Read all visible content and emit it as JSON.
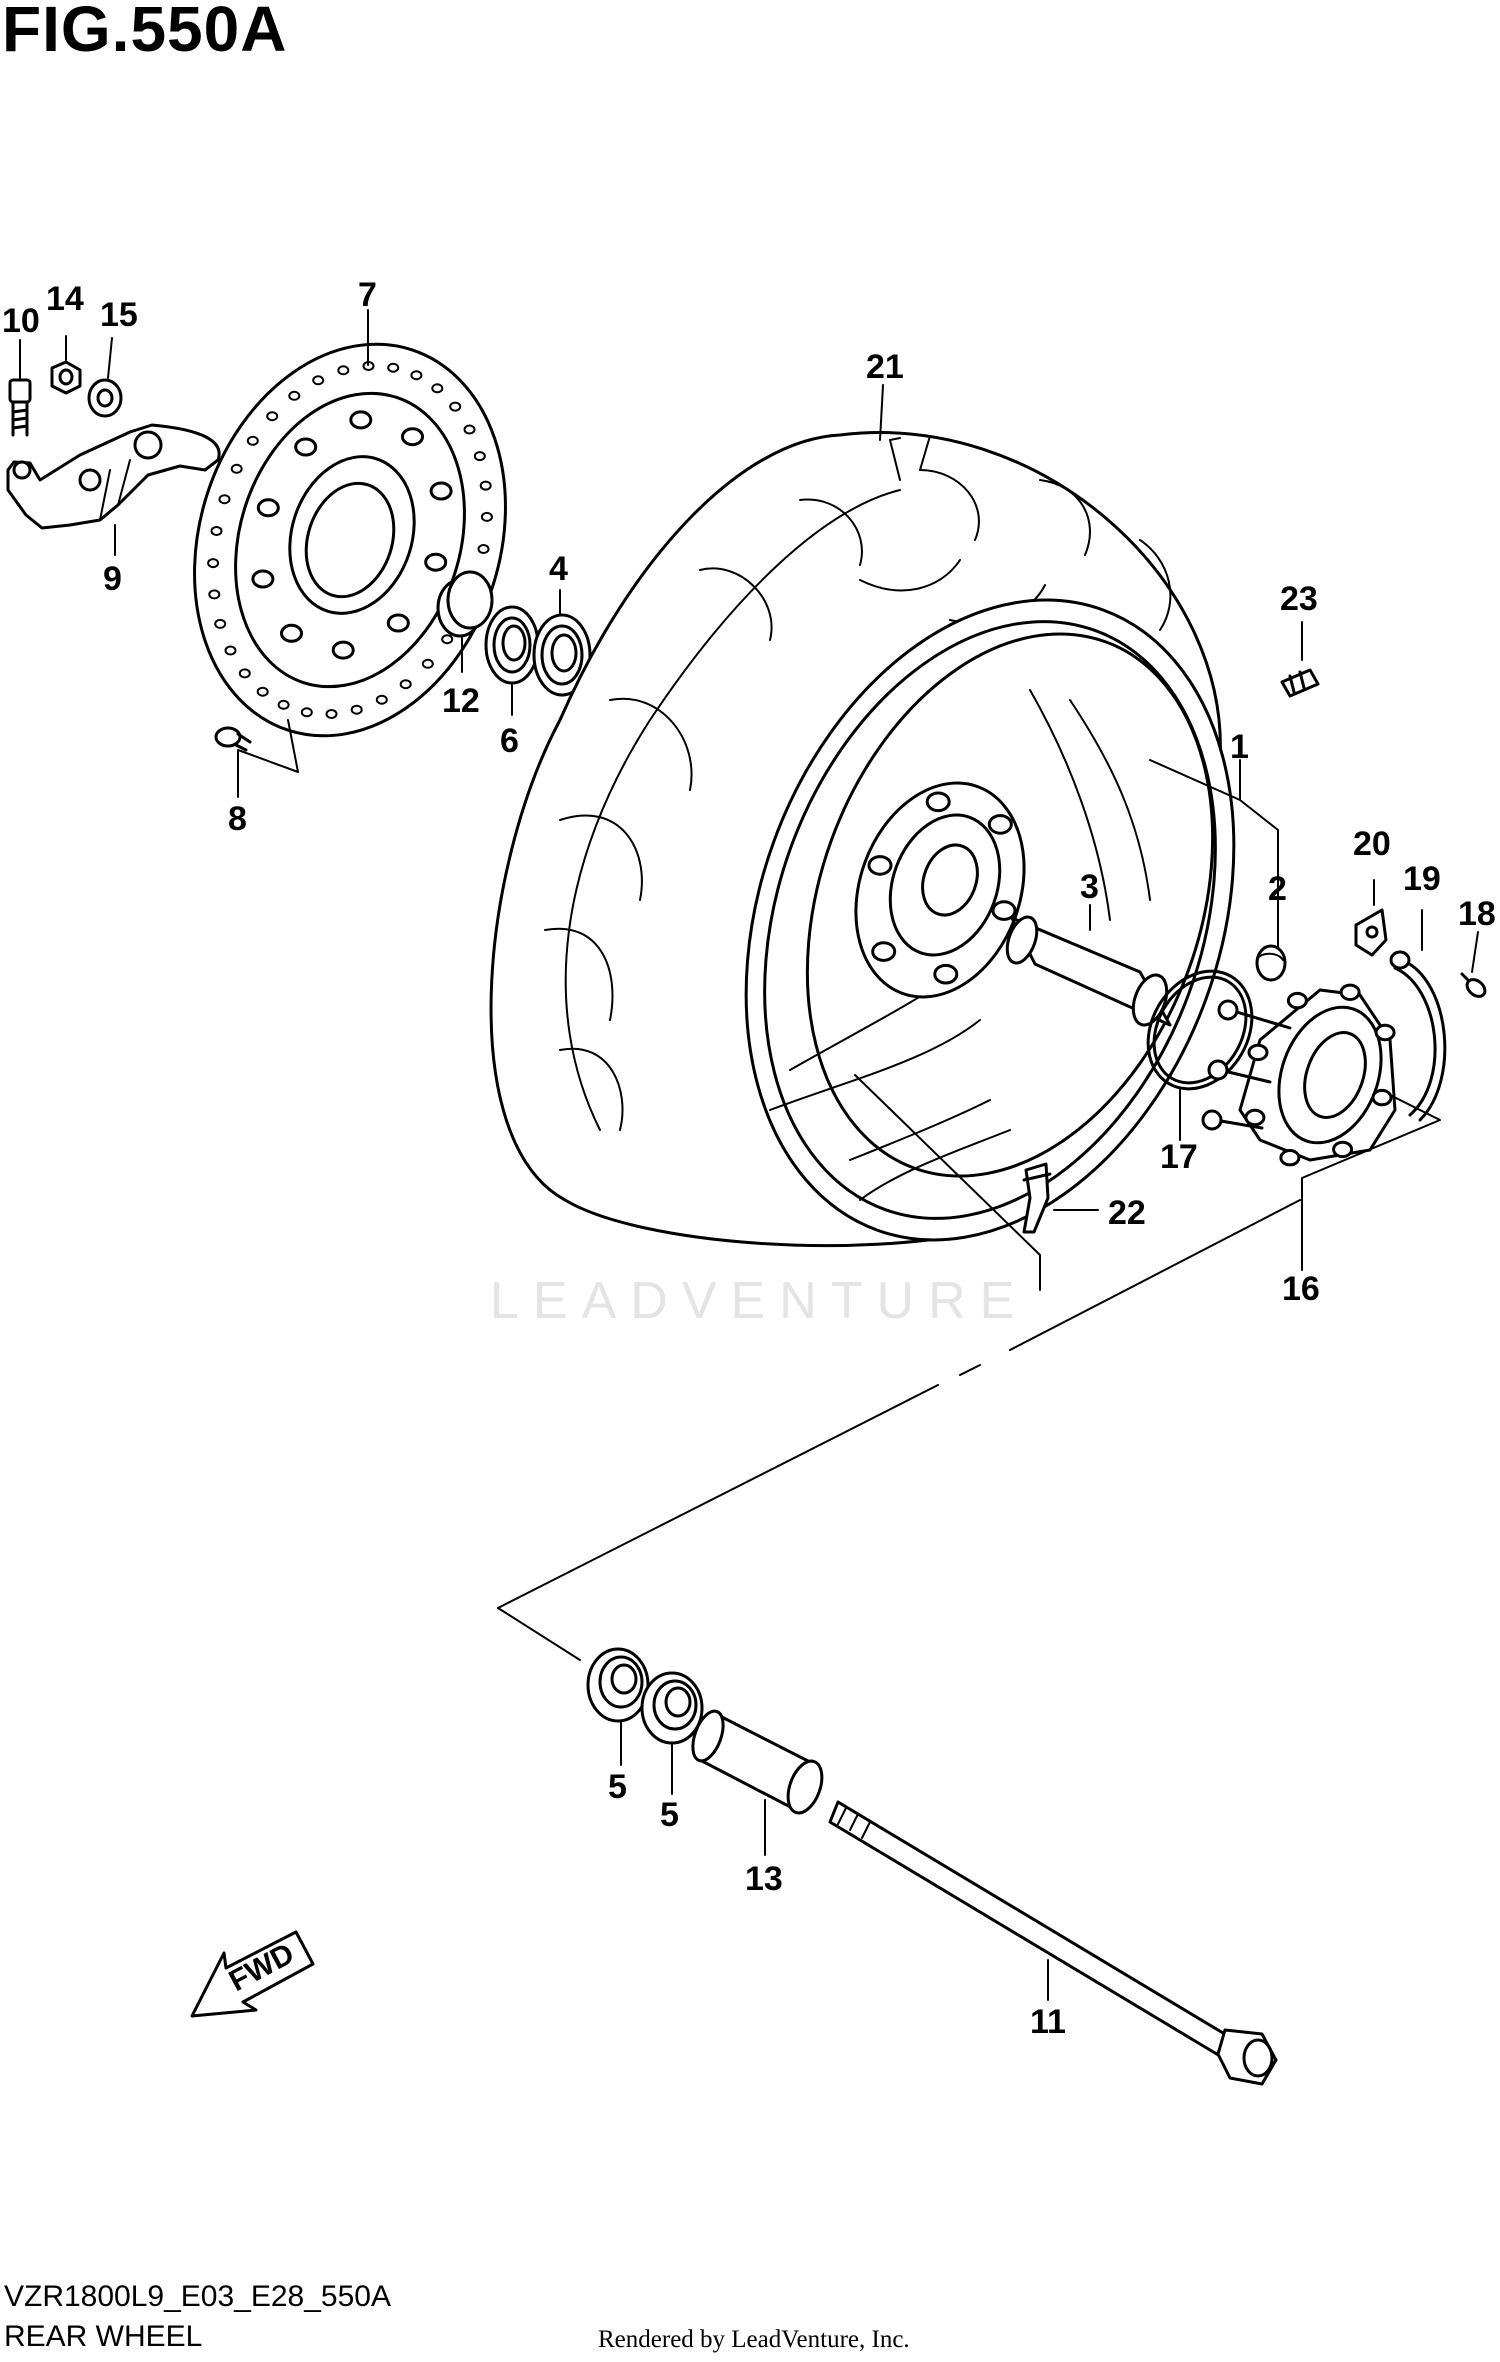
{
  "figure": {
    "title": "FIG.550A",
    "code": "VZR1800L9_E03_E28_550A",
    "name": "REAR WHEEL",
    "credit": "Rendered by LeadVenture, Inc.",
    "watermark": "LEADVENTURE",
    "direction_label": "FWD"
  },
  "callouts": {
    "c1": "1",
    "c2": "2",
    "c3": "3",
    "c4": "4",
    "c5a": "5",
    "c5b": "5",
    "c6": "6",
    "c7": "7",
    "c8": "8",
    "c9": "9",
    "c10": "10",
    "c11": "11",
    "c12": "12",
    "c13": "13",
    "c14": "14",
    "c15": "15",
    "c16": "16",
    "c17": "17",
    "c18": "18",
    "c19": "19",
    "c20": "20",
    "c21": "21",
    "c22": "22",
    "c23": "23"
  }
}
